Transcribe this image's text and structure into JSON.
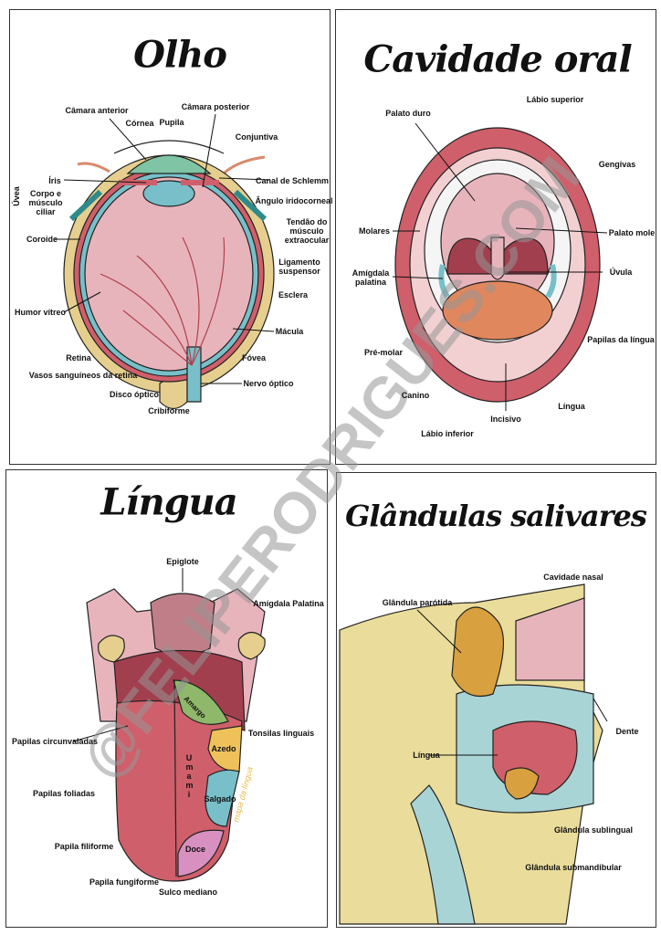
{
  "watermark": "@FELIPERODRIGUES.COM",
  "olho": {
    "title": "Olho",
    "labels": {
      "camara_anterior": "Câmara anterior",
      "cornea": "Córnea",
      "pupila": "Pupila",
      "camara_posterior": "Câmara posterior",
      "conjuntiva": "Conjuntiva",
      "iris": "Íris",
      "corpo_ciliar": "Corpo e músculo ciliar",
      "uvea": "Úvea",
      "coroide": "Coroide",
      "canal_schlemm": "Canal de Schlemm",
      "angulo": "Ângulo iridocorneal",
      "tendao": "Tendão do músculo extraocular",
      "ligamento": "Ligamento suspensor",
      "esclera": "Esclera",
      "humor": "Humor vítreo",
      "macula": "Mácula",
      "retina": "Retina",
      "fovea": "Fóvea",
      "vasos": "Vasos sanguíneos da retina",
      "nervo": "Nervo óptico",
      "disco": "Disco óptico",
      "cribiforme": "Cribiforme"
    }
  },
  "oral": {
    "title": "Cavidade oral",
    "labels": {
      "labio_superior": "Lábio superior",
      "palato_duro": "Palato duro",
      "gengivas": "Gengivas",
      "molares": "Molares",
      "palato_mole": "Palato mole",
      "uvula": "Úvula",
      "amigdala": "Amígdala palatina",
      "papilas": "Papilas da língua",
      "pre_molar": "Pré-molar",
      "canino": "Canino",
      "lingua": "Língua",
      "incisivo": "Incisivo",
      "labio_inferior": "Lábio inferior"
    }
  },
  "lingua": {
    "title": "Língua",
    "labels": {
      "epiglote": "Epiglote",
      "amigdala": "Amígdala Palatina",
      "tonsilas": "Tonsilas linguais",
      "circunvaladas": "Papilas circunvaladas",
      "foliadas": "Papilas foliadas",
      "filiforme": "Papila filiforme",
      "fungiforme": "Papila fungiforme",
      "sulco": "Sulco mediano",
      "amargo": "Amargo",
      "azedo": "Azedo",
      "umami": "Umami",
      "salgado": "Salgado",
      "doce": "Doce",
      "mapa": "mapa da língua"
    }
  },
  "salivares": {
    "title": "Glândulas salivares",
    "labels": {
      "cavidade_nasal": "Cavidade nasal",
      "parotida": "Glândula parótida",
      "dente": "Dente",
      "lingua": "Língua",
      "sublingual": "Glândula sublingual",
      "submandibular": "Glândula submandibular"
    }
  },
  "colors": {
    "pink": "#e8b4bc",
    "red": "#cf5f6a",
    "teal": "#78bfc9",
    "sand": "#e6cf8e",
    "green": "#7fc4a4",
    "orange": "#e0875e"
  }
}
